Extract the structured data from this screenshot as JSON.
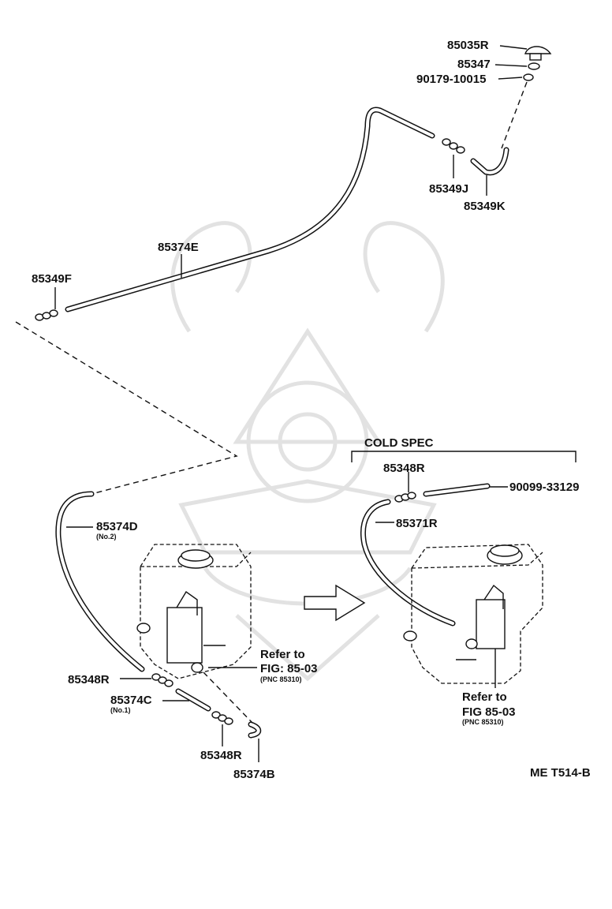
{
  "labels": {
    "p85035R": "85035R",
    "p85347": "85347",
    "p90179": "90179-10015",
    "p85349J": "85349J",
    "p85349K": "85349K",
    "p85374E": "85374E",
    "p85349F": "85349F",
    "p85374D": "85374D",
    "p85374D_sub": "(No.2)",
    "p85348R_a": "85348R",
    "p85374C": "85374C",
    "p85374C_sub": "(No.1)",
    "p85348R_b": "85348R",
    "p85374B": "85374B",
    "refer_left_1": "Refer to",
    "refer_left_2": "FIG: 85-03",
    "refer_left_3": "(PNC 85310)",
    "cold_spec": "COLD SPEC",
    "p85348R_c": "85348R",
    "p90099": "90099-33129",
    "p85371R": "85371R",
    "refer_right_1": "Refer to",
    "refer_right_2": "FIG 85-03",
    "refer_right_3": "(PNC 85310)",
    "figure_code": "ME T514-B"
  }
}
